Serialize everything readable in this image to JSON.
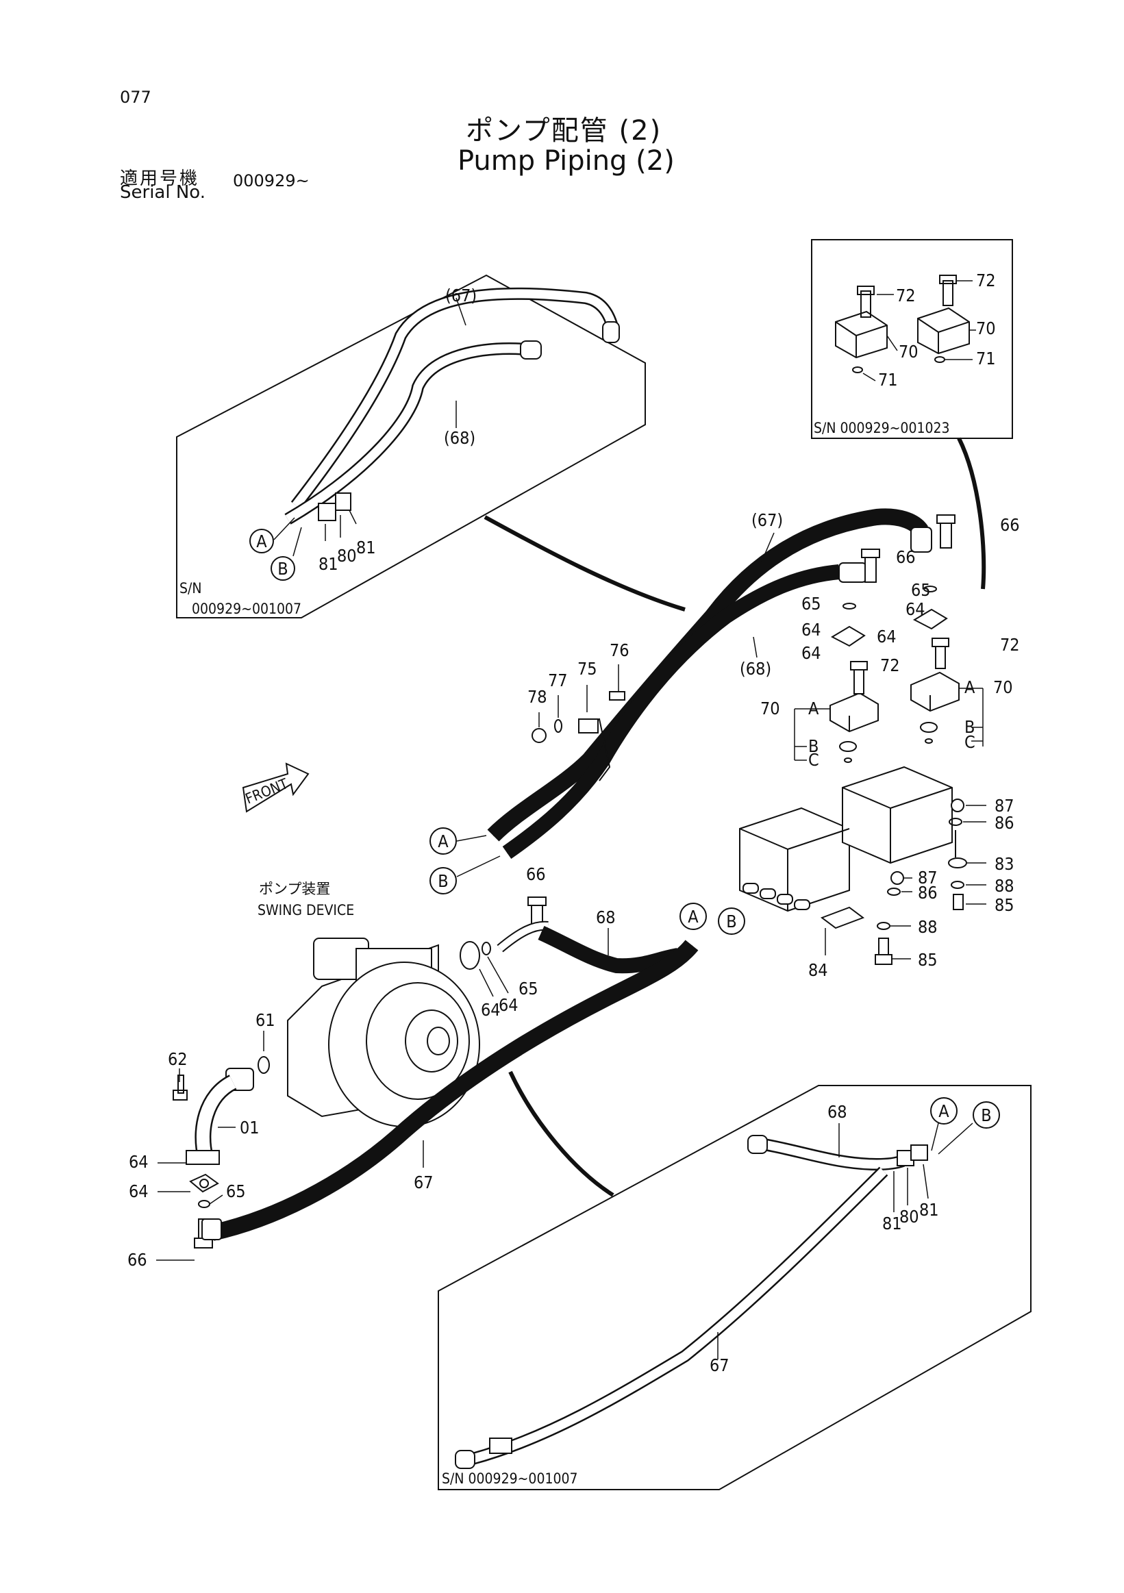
{
  "header": {
    "page_number": "077",
    "title_ja": "ポンプ配管 (2)",
    "title_en": "Pump Piping (2)",
    "serial_label_ja": "適用号機",
    "serial_label_en": "Serial No.",
    "serial_value": "000929~"
  },
  "insets": {
    "top_left_sn_label": "S/N",
    "top_left_sn_range": "000929~001007",
    "top_right_sn": "S/N 000929~001023",
    "bottom_sn": "S/N 000929~001007"
  },
  "swing_device": {
    "label_ja": "ポンプ装置",
    "label_en": "SWING DEVICE"
  },
  "front_label": "FRONT",
  "circle_markers": {
    "a": "A",
    "b": "B",
    "c": "C"
  },
  "part_numbers": {
    "p01": "01",
    "p61": "61",
    "p62": "62",
    "p64": "64",
    "p65": "65",
    "p66": "66",
    "p67": "67",
    "p68": "68",
    "p67_paren": "(67)",
    "p68_paren": "(68)",
    "p70": "70",
    "p71": "71",
    "p72": "72",
    "p75": "75",
    "p76": "76",
    "p77": "77",
    "p78": "78",
    "p80": "80",
    "p81": "81",
    "p83": "83",
    "p84": "84",
    "p85": "85",
    "p86": "86",
    "p87": "87",
    "p88": "88"
  },
  "colors": {
    "ink": "#111111",
    "paper": "#ffffff"
  }
}
